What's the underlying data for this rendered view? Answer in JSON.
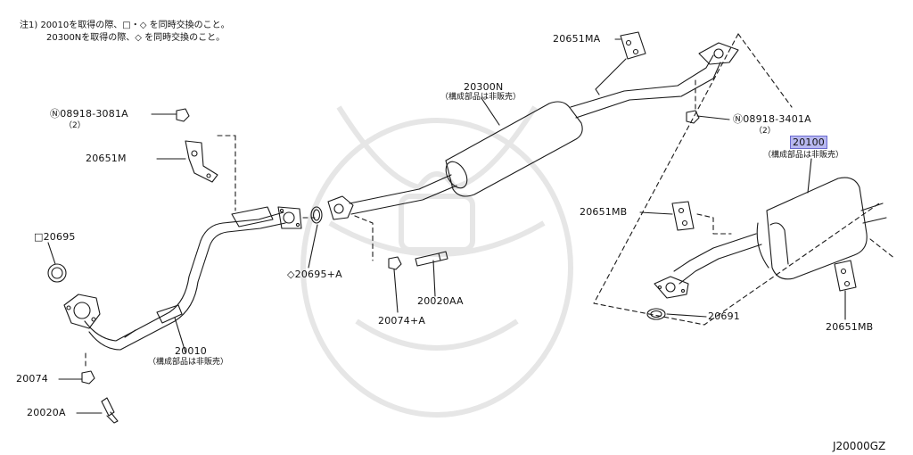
{
  "notes": {
    "line1": "注1) 20010を取得の際、□・◇ を同時交換のこと。",
    "line2": "20300Nを取得の際、◇ を同時交換のこと。"
  },
  "labels": {
    "p08918_3081A": "Ⓝ08918-3081A",
    "p08918_3081A_qty": "（2）",
    "p20651M": "20651M",
    "p20695": "□20695",
    "p20074": "20074",
    "p20020A": "20020A",
    "p20010": "20010",
    "p20010_note": "（構成部品は非販売）",
    "p20695A": "◇20695+A",
    "p20074A": "20074+A",
    "p20020AA": "20020AA",
    "p20300N": "20300N",
    "p20300N_note": "（構成部品は非販売）",
    "p20651MA": "20651MA",
    "p08918_3401A": "Ⓝ08918-3401A",
    "p08918_3401A_qty": "（2）",
    "p20100": "20100",
    "p20100_note": "（構成部品は非販売）",
    "p20651MB_upper": "20651MB",
    "p20651MB_lower": "20651MB",
    "p20691": "20691"
  },
  "diagram_code": "J20000GZ",
  "colors": {
    "line": "#1a1a1a",
    "highlight": "#b8b8f0",
    "watermark": "#e6e6e6"
  }
}
